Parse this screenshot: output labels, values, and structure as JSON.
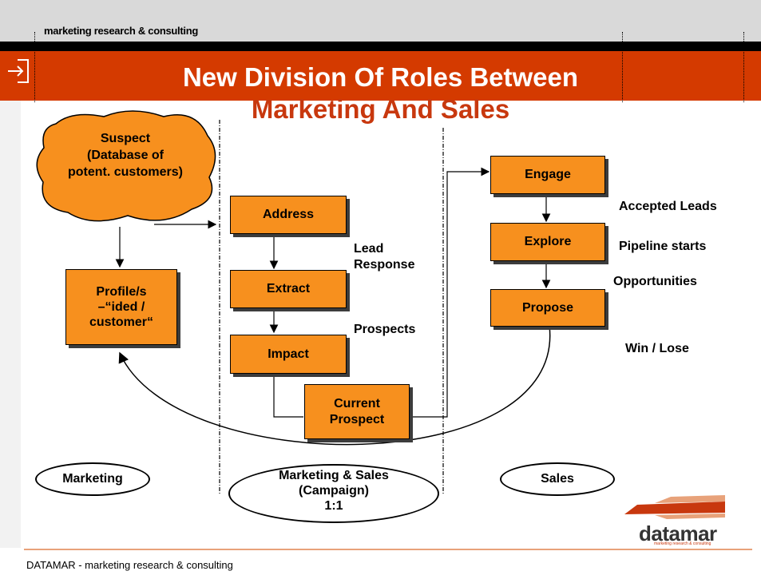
{
  "header": {
    "tagline": "marketing research & consulting"
  },
  "title": {
    "line1": "New Division Of Roles Between",
    "line2": "Marketing And Sales"
  },
  "cloud": {
    "line1": "Suspect",
    "line2": "(Database of",
    "line3": "potent. customers)"
  },
  "marketing_column": {
    "profile": {
      "line1": "Profile/s",
      "line2": "–“ided /",
      "line3": "customer“"
    }
  },
  "campaign_column": {
    "steps": [
      "Address",
      "Extract",
      "Impact"
    ],
    "current": {
      "line1": "Current",
      "line2": "Prospect"
    },
    "labels": {
      "lead_line1": "Lead",
      "lead_line2": "Response",
      "prospects": "Prospects"
    }
  },
  "sales_column": {
    "steps": [
      "Engage",
      "Explore",
      "Propose"
    ],
    "labels": {
      "accepted": "Accepted Leads",
      "pipeline": "Pipeline starts",
      "opportunities": "Opportunities",
      "win": "Win / Lose"
    }
  },
  "phases": {
    "marketing": "Marketing",
    "campaign": {
      "line1": "Marketing & Sales",
      "line2": "(Campaign)",
      "line3": "1:1"
    },
    "sales": "Sales"
  },
  "logo": {
    "word": "datamar",
    "sub": "marketing research & consulting"
  },
  "footer": {
    "text": "DATAMAR - marketing research & consulting"
  },
  "colors": {
    "accent": "#d43a00",
    "box_fill": "#f7901e",
    "title_red": "#c8380e"
  }
}
